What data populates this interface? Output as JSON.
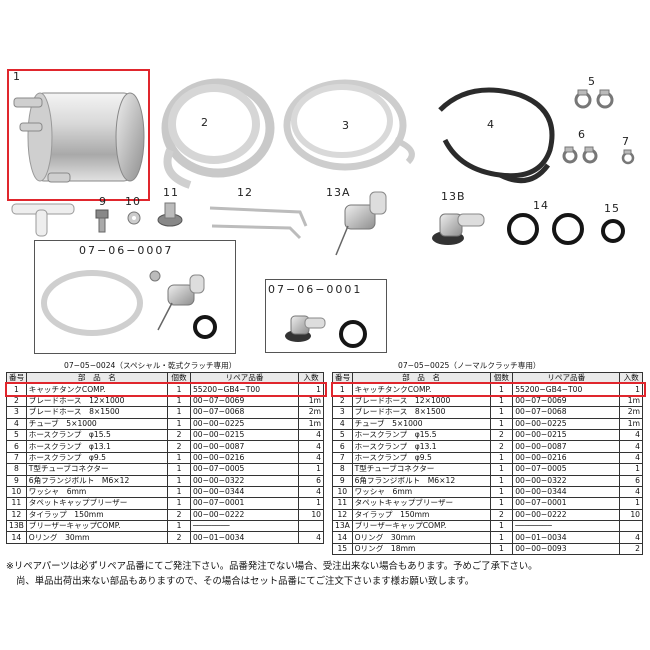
{
  "part_labels": [
    "1",
    "2",
    "3",
    "4",
    "5",
    "6",
    "7",
    "9",
    "10",
    "11",
    "12",
    "13A",
    "13B",
    "14",
    "15"
  ],
  "kits": [
    {
      "code": "07−06−0007"
    },
    {
      "code": "07−06−0001"
    }
  ],
  "tables": [
    {
      "title": "07−05−0024（スペシャル・乾式クラッチ専用）",
      "headers": [
        "番号",
        "部　品　名",
        "個数",
        "リペア品番",
        "入数"
      ],
      "rows": [
        [
          "1",
          "キャッチタンクCOMP.",
          "1",
          "55200−GB4−T00",
          "1"
        ],
        [
          "2",
          "ブレードホース　12×1000",
          "1",
          "00−07−0069",
          "1m"
        ],
        [
          "3",
          "ブレードホース　8×1500",
          "1",
          "00−07−0068",
          "2m"
        ],
        [
          "4",
          "チューブ　5×1000",
          "1",
          "00−00−0225",
          "1m"
        ],
        [
          "5",
          "ホースクランプ　φ15.5",
          "2",
          "00−00−0215",
          "4"
        ],
        [
          "6",
          "ホースクランプ　φ13.1",
          "2",
          "00−00−0087",
          "4"
        ],
        [
          "7",
          "ホースクランプ　φ9.5",
          "1",
          "00−00−0216",
          "4"
        ],
        [
          "8",
          "T型チューブコネクター",
          "1",
          "00−07−0005",
          "1"
        ],
        [
          "9",
          "6角フランジボルト　M6×12",
          "1",
          "00−00−0322",
          "6"
        ],
        [
          "10",
          "ワッシャ　6mm",
          "1",
          "00−00−0344",
          "4"
        ],
        [
          "11",
          "タペットキャップブリーザー",
          "1",
          "00−07−0001",
          "1"
        ],
        [
          "12",
          "タイラップ　150mm",
          "2",
          "00−00−0222",
          "10"
        ],
        [
          "13B",
          "ブリーザーキャップCOMP.",
          "1",
          "────────",
          ""
        ],
        [
          "14",
          "Oリング　30mm",
          "2",
          "00−01−0034",
          "4"
        ]
      ]
    },
    {
      "title": "07−05−0025（ノーマルクラッチ専用）",
      "headers": [
        "番号",
        "部　品　名",
        "個数",
        "リペア品番",
        "入数"
      ],
      "rows": [
        [
          "1",
          "キャッチタンクCOMP.",
          "1",
          "55200−GB4−T00",
          "1"
        ],
        [
          "2",
          "ブレードホース　12×1000",
          "1",
          "00−07−0069",
          "1m"
        ],
        [
          "3",
          "ブレードホース　8×1500",
          "1",
          "00−07−0068",
          "2m"
        ],
        [
          "4",
          "チューブ　5×1000",
          "1",
          "00−00−0225",
          "1m"
        ],
        [
          "5",
          "ホースクランプ　φ15.5",
          "2",
          "00−00−0215",
          "4"
        ],
        [
          "6",
          "ホースクランプ　φ13.1",
          "2",
          "00−00−0087",
          "4"
        ],
        [
          "7",
          "ホースクランプ　φ9.5",
          "1",
          "00−00−0216",
          "4"
        ],
        [
          "8",
          "T型チューブコネクター",
          "1",
          "00−07−0005",
          "1"
        ],
        [
          "9",
          "6角フランジボルト　M6×12",
          "1",
          "00−00−0322",
          "6"
        ],
        [
          "10",
          "ワッシャ　6mm",
          "1",
          "00−00−0344",
          "4"
        ],
        [
          "11",
          "タペットキャップブリーザー",
          "1",
          "00−07−0001",
          "1"
        ],
        [
          "12",
          "タイラップ　150mm",
          "2",
          "00−00−0222",
          "10"
        ],
        [
          "13A",
          "ブリーザーキャップCOMP.",
          "1",
          "────────",
          ""
        ],
        [
          "14",
          "Oリング　30mm",
          "1",
          "00−01−0034",
          "4"
        ],
        [
          "15",
          "Oリング　18mm",
          "1",
          "00−00−0093",
          "2"
        ]
      ]
    }
  ],
  "notes": [
    "※リペアパーツは必ずリペア品番にてご発注下さい。品番発注でない場合、受注出来ない場合もあります。予めご了承下さい。",
    "尚、単品出荷出来ない部品もありますので、その場合はセット品番にてご注文下さいます様お願い致します。"
  ],
  "colors": {
    "highlight": "#e0262d"
  }
}
